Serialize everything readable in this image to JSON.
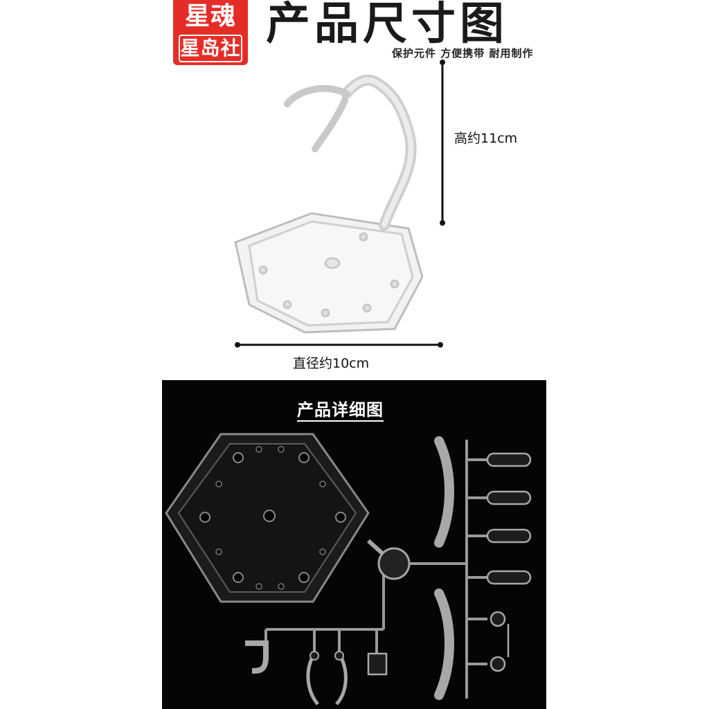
{
  "brand": {
    "line1": "星魂",
    "line2": "星岛社",
    "color": "#e52d27"
  },
  "header": {
    "title": "产品尺寸图",
    "tagline": "保护元件 方便携带 耐用制作"
  },
  "dimensions": {
    "height_label": "高约11cm",
    "width_label": "直径约10cm"
  },
  "detail": {
    "title": "产品详细图",
    "background": "#050505"
  }
}
